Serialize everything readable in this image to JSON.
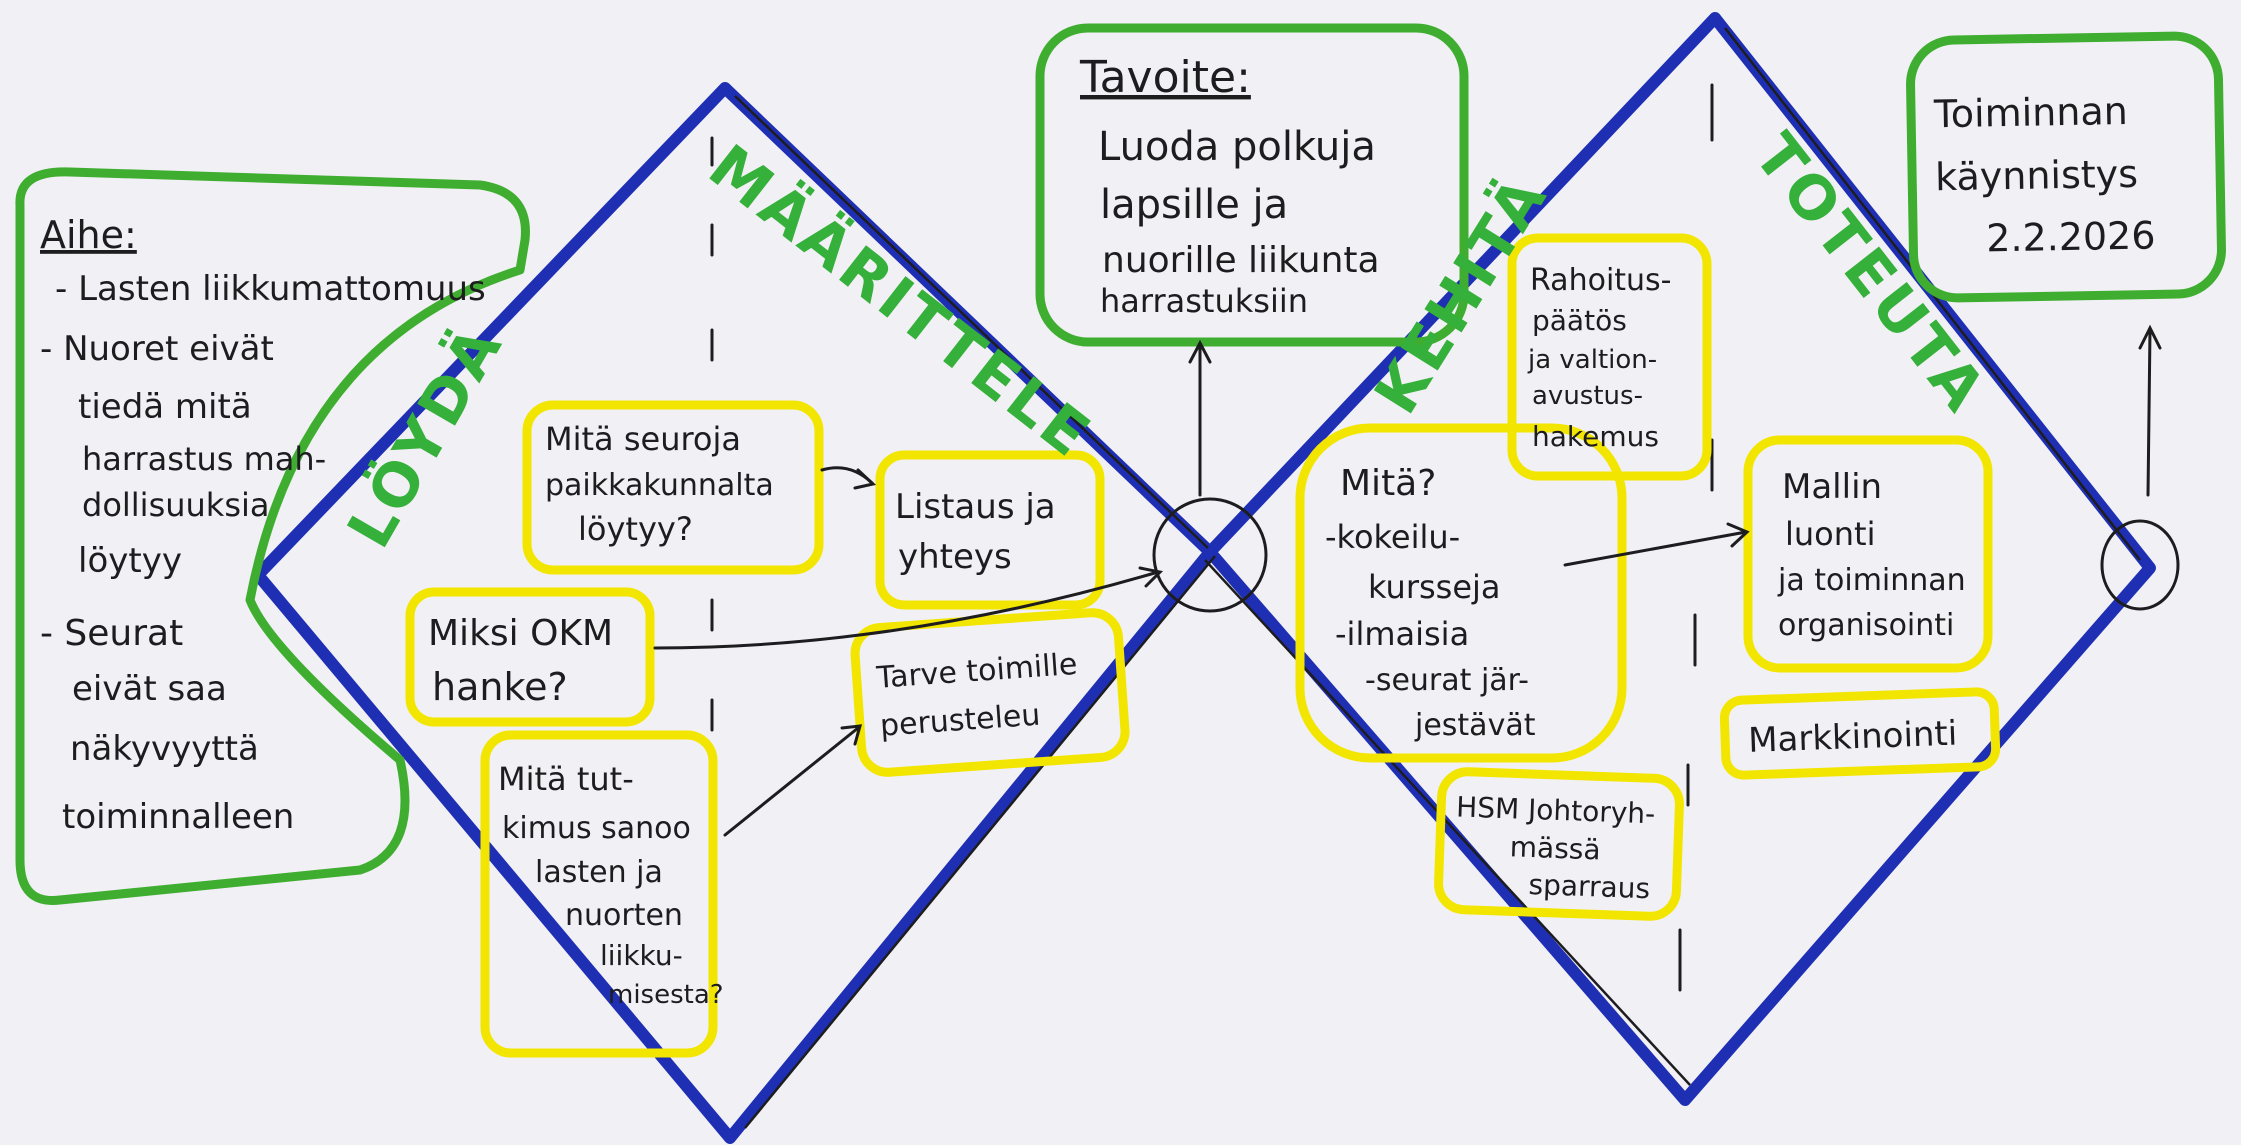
{
  "colors": {
    "paper": "#f1f0f5",
    "diamond_blue": "#1f2fb3",
    "green_marker": "#3fae30",
    "yellow_marker": "#f2e600",
    "ink": "#1d1d1f",
    "phase_green": "#35b03a"
  },
  "topic": {
    "title": "Aihe:",
    "lines": [
      "- Lasten liikkumattomuus",
      "- Nuoret eivät",
      "tiedä mitä",
      "harrastus mah-",
      "dollisuuksia",
      "löytyy",
      "- Seurat",
      "eivät saa",
      "näkyvyyttä",
      "toiminnalleen"
    ]
  },
  "phases": {
    "discover": "LÖYDÄ",
    "define": "MÄÄRITTELE",
    "develop": "KEHITÄ",
    "deliver": "TOTEUTA"
  },
  "goal": {
    "title": "Tavoite:",
    "lines": [
      "Luoda polkuja",
      "lapsille ja",
      "nuorille liikunta",
      "harrastuksiin"
    ]
  },
  "launch": {
    "lines": [
      "Toiminnan",
      "käynnistys",
      "2.2.2026"
    ]
  },
  "notes": {
    "q_clubs": [
      "Mitä seuroja",
      "paikkakunnalta",
      "löytyy?"
    ],
    "q_okm": [
      "Miksi OKM",
      "hanke?"
    ],
    "q_research": [
      "Mitä tut-",
      "kimus sanoo",
      "lasten ja",
      "nuorten",
      "liikku-",
      "misesta?"
    ],
    "listing": [
      "Listaus ja",
      "yhteys"
    ],
    "need": [
      "Tarve toimille",
      "perusteleu"
    ],
    "funding": [
      "Rahoitus-",
      "päätös",
      "ja valtion-",
      "avustus-",
      "hakemus"
    ],
    "what": [
      "Mitä?",
      "-kokeilu-",
      "kursseja",
      "-ilmaisia",
      "-seurat jär-",
      "jestävät"
    ],
    "hsm": [
      "HSM Johtoryh-",
      "mässä",
      "sparraus"
    ],
    "model": [
      "Mallin",
      "luonti",
      "ja toiminnan",
      "organisointi"
    ],
    "marketing": [
      "Markkinointi"
    ]
  }
}
